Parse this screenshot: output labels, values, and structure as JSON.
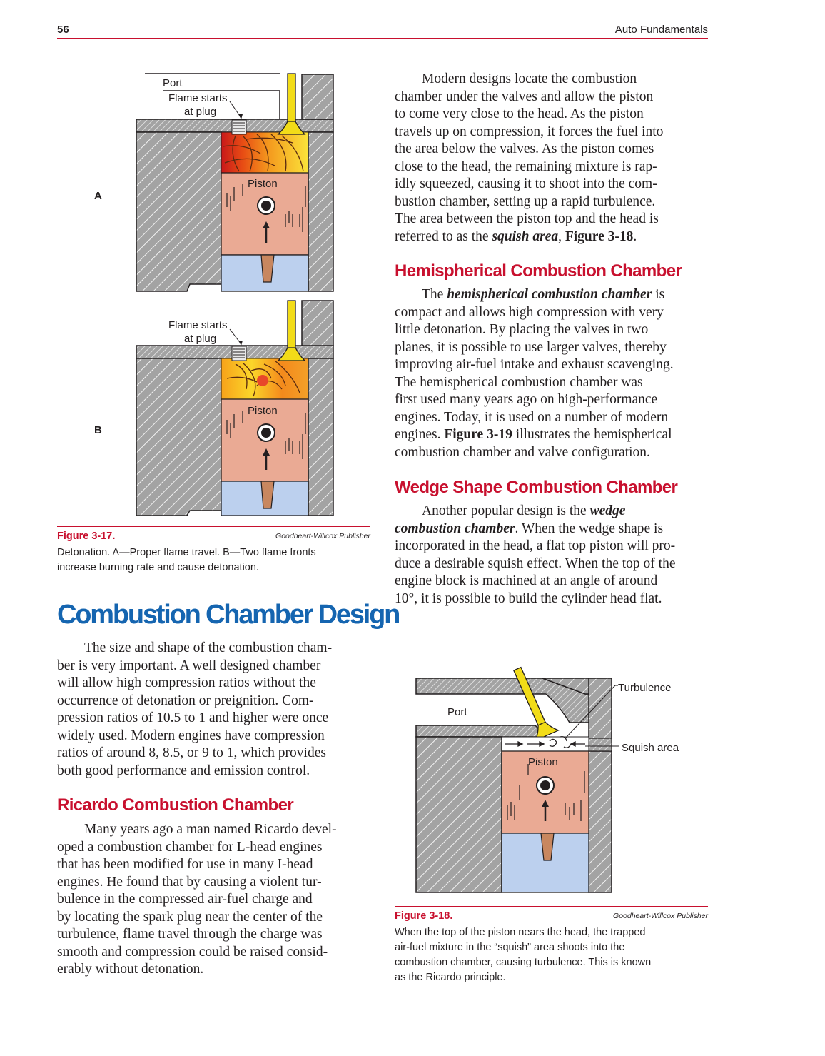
{
  "header": {
    "page_number": "56",
    "book_title": "Auto Fundamentals"
  },
  "figure_3_17": {
    "panel_a_label": "A",
    "panel_b_label": "B",
    "port_label": "Port",
    "flame_label_line1": "Flame starts",
    "flame_label_line2": "at plug",
    "piston_label": "Piston",
    "caption_number": "Figure 3-17.",
    "publisher": "Goodheart-Willcox Publisher",
    "caption_line1": "Detonation. A—Proper flame travel. B—Two flame fronts",
    "caption_line2": "increase burning rate and cause detonation."
  },
  "main_heading": "Combustion Chamber Design",
  "intro": {
    "lines": [
      "The size and shape of the combustion cham-",
      "ber is very important. A well designed chamber",
      "will allow high compression ratios without the",
      "occurrence of detonation or preignition. Com-",
      "pression ratios of 10.5 to 1 and higher were once",
      "widely used. Modern engines have compression",
      "ratios of around 8, 8.5, or 9 to 1, which provides",
      "both good performance and emission control."
    ]
  },
  "ricardo": {
    "heading": "Ricardo Combustion Chamber",
    "lines": [
      "Many years ago a man named Ricardo devel-",
      "oped a combustion chamber for L-head engines",
      "that has been modified for use in many I-head",
      "engines. He found that by causing a violent tur-",
      "bulence in the compressed air-fuel charge and",
      "by locating the spark plug near the center of the",
      "turbulence, flame travel through the charge was",
      "smooth and compression could be raised consid-",
      "erably without detonation."
    ]
  },
  "modern": {
    "lines": [
      "Modern designs locate the combustion",
      "chamber under the valves and allow the piston",
      "to come very close to the head. As the piston",
      "travels up on compression, it forces the fuel into",
      "the area below the valves. As the piston comes",
      "close to the head, the remaining mixture is rap-",
      "idly squeezed, causing it to shoot into the com-",
      "bustion chamber, setting up a rapid turbulence.",
      "The area between the piston top and the head is"
    ],
    "last_pre": "referred to as the ",
    "last_term": "squish area",
    "last_mid": ", ",
    "last_ref": "Figure 3-18",
    "last_post": "."
  },
  "hemi": {
    "heading": "Hemispherical Combustion Chamber",
    "first_pre": "The ",
    "first_term": "hemispherical combustion chamber",
    "first_post": " is",
    "lines": [
      "compact and allows high compression with very",
      "little detonation. By placing the valves in two",
      "planes, it is possible to use larger valves, thereby",
      "improving air-fuel intake and exhaust scavenging.",
      "The hemispherical combustion chamber was",
      "first used many years ago on high-performance",
      "engines. Today, it is used on a number of modern"
    ],
    "eng_pre": "engines. ",
    "eng_ref": "Figure 3-19",
    "eng_post": " illustrates the hemispherical",
    "last_line": "combustion chamber and valve configuration."
  },
  "wedge": {
    "heading": "Wedge Shape Combustion Chamber",
    "first_pre": "Another popular design is the ",
    "first_term": "wedge",
    "second_term": "combustion chamber",
    "second_post": ". When the wedge shape is",
    "lines": [
      "incorporated in the head, a flat top piston will pro-",
      "duce a desirable squish effect. When the top of the",
      "engine block is machined at an angle of around",
      "10°, it is possible to build the cylinder head flat."
    ]
  },
  "figure_3_18": {
    "turbulence_label": "Turbulence",
    "port_label": "Port",
    "squish_label": "Squish area",
    "piston_label": "Piston",
    "caption_number": "Figure 3-18.",
    "publisher": "Goodheart-Willcox Publisher",
    "caption_lines": [
      "When the top of the piston nears the head, the trapped",
      "air-fuel mixture in the “squish” area shoots into the",
      "combustion chamber, causing turbulence. This is known",
      "as the Ricardo principle."
    ]
  },
  "colors": {
    "accent_red": "#c8102e",
    "heading_blue": "#1565b0",
    "piston": "#eaaa94",
    "rod": "#bcd0ee",
    "valve": "#f2dc18",
    "hatch_gray": "#a3a3a3"
  }
}
